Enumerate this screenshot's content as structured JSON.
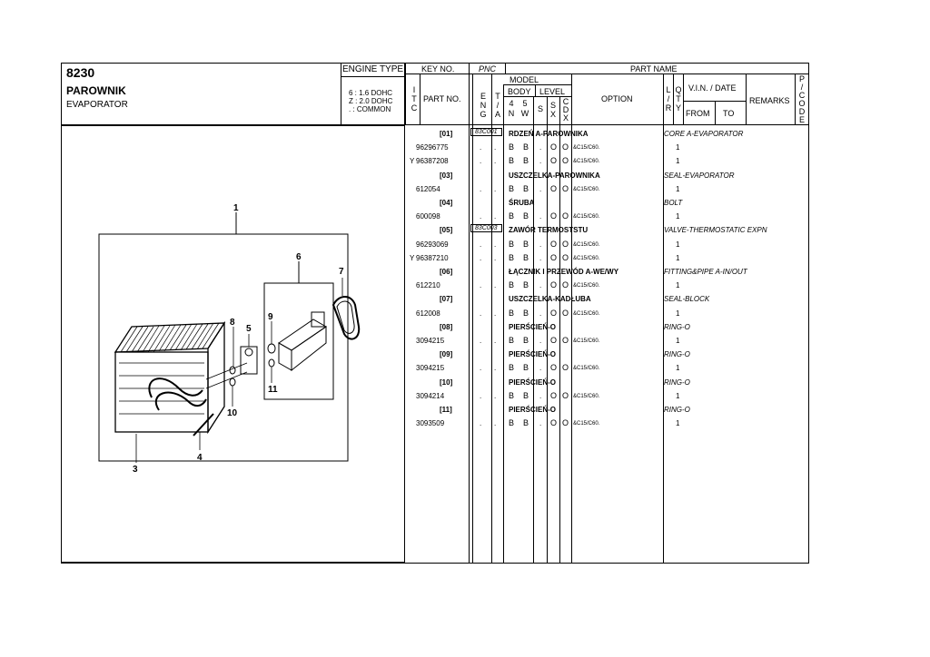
{
  "header": {
    "code": "8230",
    "title_pl": "PAROWNIK",
    "title_en": "EVAPORATOR",
    "engine_type_label": "ENGINE TYPE",
    "engine_notes": [
      "6 : 1.6 DOHC",
      "Z : 2.0 DOHC",
      ". : COMMON"
    ]
  },
  "table_header": {
    "key_no": "KEY NO.",
    "pnc": "PNC",
    "part_name": "PART NAME",
    "itc": [
      "I",
      "T",
      "C"
    ],
    "part_no": "PART NO.",
    "model": "MODEL",
    "eng": [
      "E",
      "N",
      "G"
    ],
    "ta": [
      "T",
      "/",
      "A"
    ],
    "body": "BODY",
    "level": "LEVEL",
    "body_4n": [
      "4",
      "N"
    ],
    "body_5w": [
      "5",
      "W"
    ],
    "level_s": "S",
    "level_sx": [
      "S",
      "X"
    ],
    "level_cdx": [
      "C",
      "D",
      "X"
    ],
    "option": "OPTION",
    "lqr": [
      "L",
      "/",
      "R"
    ],
    "lqr2": [
      "Q",
      "T",
      "Y"
    ],
    "vin_date": "V.I.N. / DATE",
    "from": "FROM",
    "to": "TO",
    "remarks": "REMARKS",
    "pcode": [
      "P",
      "/",
      "C",
      "O",
      "D",
      "E"
    ]
  },
  "rows": [
    {
      "type": "key",
      "key": "[01]",
      "pnc": "83C001",
      "name": "RDZEŃ A-PAROWNIKA",
      "name_en": "CORE A-EVAPORATOR"
    },
    {
      "type": "part",
      "itc": "",
      "partno": "96296775",
      "eng": ".",
      "ta": ".",
      "b4": "B",
      "b5": "B",
      "s": ".",
      "sx": "O",
      "cdx": "O",
      "opt": "&C15/C60.",
      "qty": "1"
    },
    {
      "type": "part",
      "itc": "Y",
      "partno": "96387208",
      "eng": ".",
      "ta": ".",
      "b4": "B",
      "b5": "B",
      "s": ".",
      "sx": "O",
      "cdx": "O",
      "opt": "&C15/C60.",
      "qty": "1"
    },
    {
      "type": "key",
      "key": "[03]",
      "pnc": "",
      "name": "USZCZELKA-PAROWNIKA",
      "name_en": "SEAL-EVAPORATOR"
    },
    {
      "type": "part",
      "itc": "",
      "partno": "612054",
      "eng": ".",
      "ta": ".",
      "b4": "B",
      "b5": "B",
      "s": ".",
      "sx": "O",
      "cdx": "O",
      "opt": "&C15/C60.",
      "qty": "1"
    },
    {
      "type": "key",
      "key": "[04]",
      "pnc": "",
      "name": "ŚRUBA",
      "name_en": "BOLT"
    },
    {
      "type": "part",
      "itc": "",
      "partno": "600098",
      "eng": ".",
      "ta": ".",
      "b4": "B",
      "b5": "B",
      "s": ".",
      "sx": "O",
      "cdx": "O",
      "opt": "&C15/C60.",
      "qty": "1"
    },
    {
      "type": "key",
      "key": "[05]",
      "pnc": "83C003",
      "name": "ZAWÓR TERMOSTSTU",
      "name_en": "VALVE-THERMOSTATIC EXPN"
    },
    {
      "type": "part",
      "itc": "",
      "partno": "96293069",
      "eng": ".",
      "ta": ".",
      "b4": "B",
      "b5": "B",
      "s": ".",
      "sx": "O",
      "cdx": "O",
      "opt": "&C15/C60.",
      "qty": "1"
    },
    {
      "type": "part",
      "itc": "Y",
      "partno": "96387210",
      "eng": ".",
      "ta": ".",
      "b4": "B",
      "b5": "B",
      "s": ".",
      "sx": "O",
      "cdx": "O",
      "opt": "&C15/C60.",
      "qty": "1"
    },
    {
      "type": "key",
      "key": "[06]",
      "pnc": "",
      "name": "ŁĄCZNIK I PRZEWÓD A-WE/WY",
      "name_en": "FITTING&PIPE A-IN/OUT"
    },
    {
      "type": "part",
      "itc": "",
      "partno": "612210",
      "eng": ".",
      "ta": ".",
      "b4": "B",
      "b5": "B",
      "s": ".",
      "sx": "O",
      "cdx": "O",
      "opt": "&C15/C60.",
      "qty": "1"
    },
    {
      "type": "key",
      "key": "[07]",
      "pnc": "",
      "name": "USZCZELKA-KADŁUBA",
      "name_en": "SEAL-BLOCK"
    },
    {
      "type": "part",
      "itc": "",
      "partno": "612008",
      "eng": ".",
      "ta": ".",
      "b4": "B",
      "b5": "B",
      "s": ".",
      "sx": "O",
      "cdx": "O",
      "opt": "&C15/C60.",
      "qty": "1"
    },
    {
      "type": "key",
      "key": "[08]",
      "pnc": "",
      "name": "PIERŚCIEŃ-O",
      "name_en": "RING-O"
    },
    {
      "type": "part",
      "itc": "",
      "partno": "3094215",
      "eng": ".",
      "ta": ".",
      "b4": "B",
      "b5": "B",
      "s": ".",
      "sx": "O",
      "cdx": "O",
      "opt": "&C15/C60.",
      "qty": "1"
    },
    {
      "type": "key",
      "key": "[09]",
      "pnc": "",
      "name": "PIERŚCIEŃ-O",
      "name_en": "RING-O"
    },
    {
      "type": "part",
      "itc": "",
      "partno": "3094215",
      "eng": ".",
      "ta": ".",
      "b4": "B",
      "b5": "B",
      "s": ".",
      "sx": "O",
      "cdx": "O",
      "opt": "&C15/C60.",
      "qty": "1"
    },
    {
      "type": "key",
      "key": "[10]",
      "pnc": "",
      "name": "PIERŚCIEŃ-O",
      "name_en": "RING-O"
    },
    {
      "type": "part",
      "itc": "",
      "partno": "3094214",
      "eng": ".",
      "ta": ".",
      "b4": "B",
      "b5": "B",
      "s": ".",
      "sx": "O",
      "cdx": "O",
      "opt": "&C15/C60.",
      "qty": "1"
    },
    {
      "type": "key",
      "key": "[11]",
      "pnc": "",
      "name": "PIERŚCIEŃ-O",
      "name_en": "RING-O"
    },
    {
      "type": "part",
      "itc": "",
      "partno": "3093509",
      "eng": ".",
      "ta": ".",
      "b4": "B",
      "b5": "B",
      "s": ".",
      "sx": "O",
      "cdx": "O",
      "opt": "&C15/C60.",
      "qty": "1"
    }
  ],
  "diagram": {
    "callouts": [
      "1",
      "3",
      "4",
      "5",
      "6",
      "7",
      "8",
      "9",
      "10",
      "11"
    ]
  }
}
